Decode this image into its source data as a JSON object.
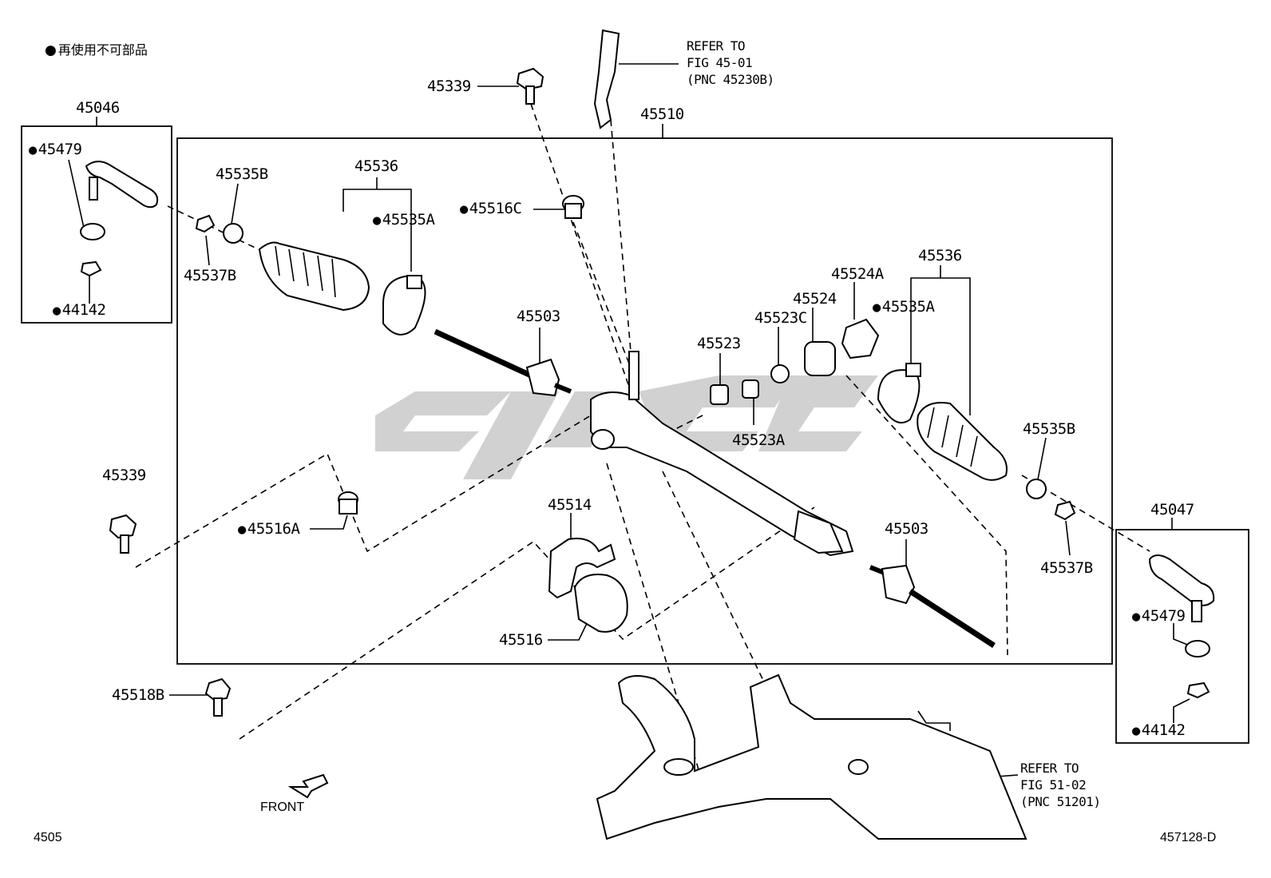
{
  "legend": {
    "text": "再使用不可部品"
  },
  "labels": {
    "p45046": "45046",
    "p45479_l": "45479",
    "p44142_l": "44142",
    "p45535B_l": "45535B",
    "p45537B_l": "45537B",
    "p45536_l": "45536",
    "p45535A_l": "45535A",
    "p45339_top": "45339",
    "p45516C": "45516C",
    "p45510": "45510",
    "p45503_l": "45503",
    "p45523": "45523",
    "p45523C": "45523C",
    "p45524": "45524",
    "p45524A": "45524A",
    "p45536_r": "45536",
    "p45535A_r": "45535A",
    "p45523A": "45523A",
    "p45535B_r": "45535B",
    "p45537B_r": "45537B",
    "p45339_left": "45339",
    "p45516A": "45516A",
    "p45514": "45514",
    "p45503_r": "45503",
    "p45516": "45516",
    "p45518B": "45518B",
    "p45047": "45047",
    "p45479_r": "45479",
    "p44142_r": "44142"
  },
  "references": {
    "steering_column": {
      "line1": "REFER TO",
      "line2": "FIG 45-01",
      "line3": "(PNC 45230B)"
    },
    "crossmember": {
      "line1": "REFER TO",
      "line2": "FIG 51-02",
      "line3": "(PNC 51201)"
    }
  },
  "front_label": "FRONT",
  "page_code": "4505",
  "figure_code": "457128-D"
}
